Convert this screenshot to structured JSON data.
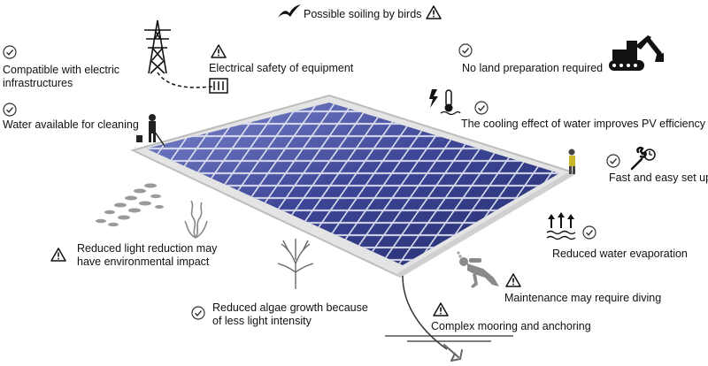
{
  "diagram": {
    "labels": {
      "soiling_birds": "Possible soiling by birds",
      "electric_compat_1": "Compatible with electric",
      "electric_compat_2": "infrastructures",
      "electrical_safety": "Electrical safety of equipment",
      "no_land_prep": "No land preparation required",
      "water_cleaning": "Water available for cleaning",
      "cooling_effect": "The cooling effect of water improves PV efficiency",
      "fast_setup": "Fast and easy set up",
      "reduced_evaporation": "Reduced water evaporation",
      "light_reduction_1": "Reduced light reduction may",
      "light_reduction_2": "have environmental impact",
      "maintenance_diving": "Maintenance may require diving",
      "algae_1": "Reduced algae growth because",
      "algae_2": "of less light intensity",
      "mooring": "Complex mooring and anchoring"
    },
    "icons": {
      "check": "check-circle-icon",
      "warning": "warning-triangle-icon",
      "bird": "bird-icon",
      "pylon": "power-pylon-icon",
      "excavator": "excavator-icon",
      "thermometer": "thermometer-icon",
      "wrench": "wrench-icon",
      "evaporation": "evaporation-arrows-icon",
      "fish": "fish-school-icon",
      "plant": "aquatic-plant-icon",
      "diver": "diver-icon",
      "anchor": "anchor-icon"
    },
    "colors": {
      "panel": "#3c4595",
      "panel_light": "#6a74c0",
      "float": "#f2f2f2",
      "icon": "#333333"
    }
  }
}
